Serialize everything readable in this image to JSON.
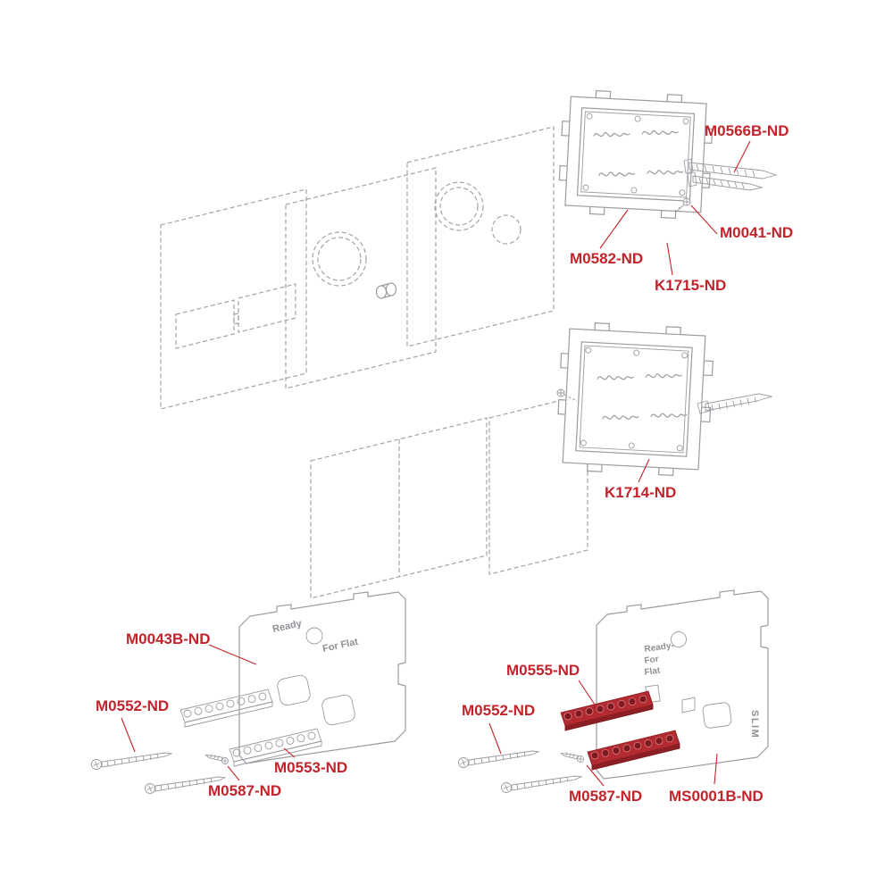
{
  "diagram": {
    "type": "exploded-parts-diagram",
    "colors": {
      "background": "#ffffff",
      "line": "#9b9ba1",
      "label": "#c3232b",
      "highlight_part": "#b32b31"
    },
    "labels": {
      "m0566b_nd": "M0566B-ND",
      "m0041_nd": "M0041-ND",
      "m0582_nd": "M0582-ND",
      "k1715_nd": "K1715-ND",
      "k1714_nd": "K1714-ND",
      "m0043b_nd": "M0043B-ND",
      "m0552_nd_left": "M0552-ND",
      "m0553_nd": "M0553-ND",
      "m0587_nd_left": "M0587-ND",
      "m0555_nd": "M0555-ND",
      "m0552_nd_right": "M0552-ND",
      "m0587_nd_right": "M0587-ND",
      "ms0001b_nd": "MS0001B-ND"
    },
    "plate_markings": {
      "left_ready": "Ready",
      "left_for_flat": "For Flat",
      "right_ready": "Ready-",
      "right_for": "For",
      "right_flat": "Flat",
      "right_slim": "SLIM"
    }
  }
}
